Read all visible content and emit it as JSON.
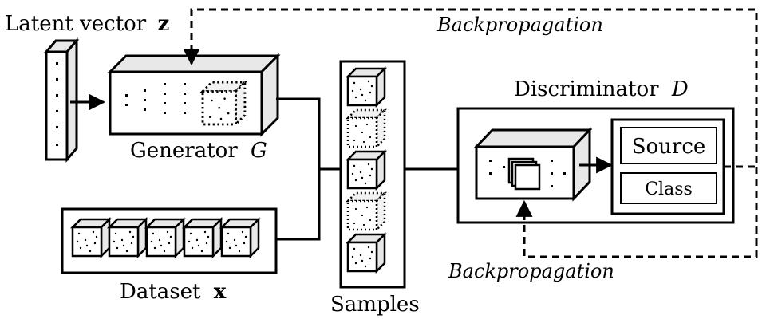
{
  "labels": {
    "latent": "Latent vector",
    "latent_symbol": "z",
    "generator": "Generator",
    "generator_symbol": "G",
    "dataset": "Dataset",
    "dataset_symbol": "x",
    "samples": "Samples",
    "discriminator": "Discriminator",
    "discriminator_symbol": "D",
    "source": "Source",
    "class": "Class",
    "backprop_top": "Backpropagation",
    "backprop_bottom": "Backpropagation"
  }
}
